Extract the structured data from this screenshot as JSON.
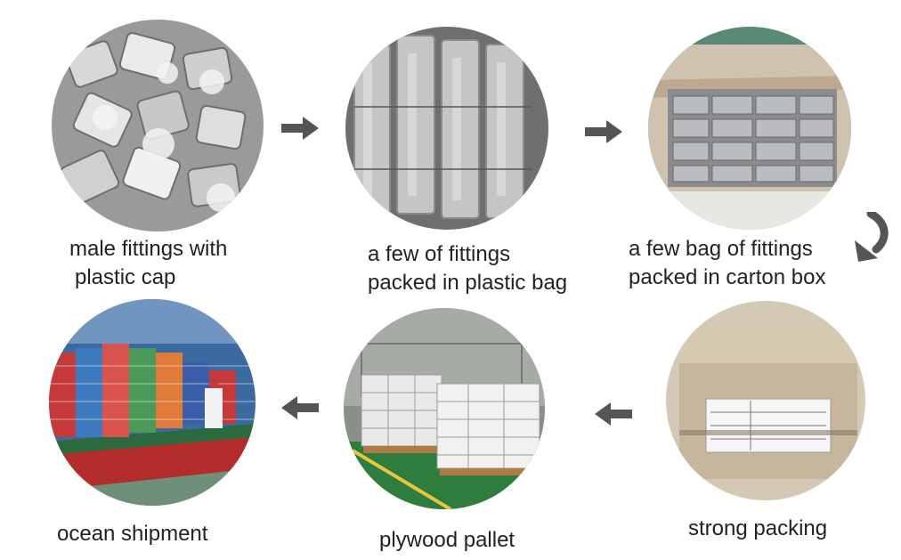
{
  "steps": {
    "s1": {
      "line1": "male fittings with",
      "line2": "plastic cap"
    },
    "s2": {
      "line1": "a few of fittings",
      "line2": "packed in plastic bag"
    },
    "s3": {
      "line1": "a few bag of fittings",
      "line2": "packed in carton box"
    },
    "s4": {
      "line1": "strong packing"
    },
    "s5": {
      "line1": "plywood pallet"
    },
    "s6": {
      "line1": "ocean shipment"
    }
  },
  "colors": {
    "arrow": "#555555",
    "text": "#222222",
    "background": "#ffffff"
  },
  "icons": [
    "arrow-right-icon",
    "curved-arrow-down-icon",
    "arrow-left-icon"
  ]
}
